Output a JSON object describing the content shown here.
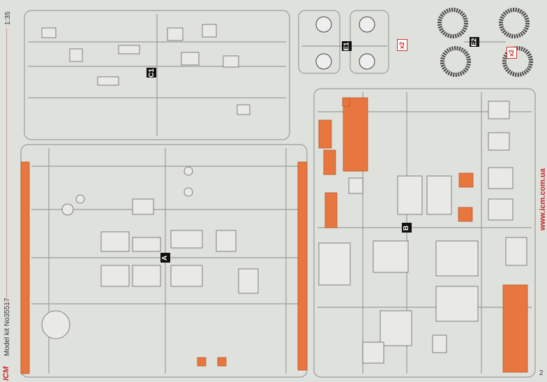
{
  "scale": "1:35",
  "model_kit": "Model kit No35517",
  "brand_logo": "ICM",
  "website": "www.icm.com.ua",
  "page_number": "2",
  "sprues": [
    {
      "label": "C1"
    },
    {
      "label": "A"
    },
    {
      "label": "B"
    },
    {
      "label": "E1",
      "quantity": "x2"
    },
    {
      "label": "E2",
      "quantity": "x2"
    }
  ],
  "colors": {
    "background": "#dfe1dc",
    "highlight_parts": "#e8763f",
    "label_bg": "#111111",
    "quantity_badge": "#cc2222"
  }
}
